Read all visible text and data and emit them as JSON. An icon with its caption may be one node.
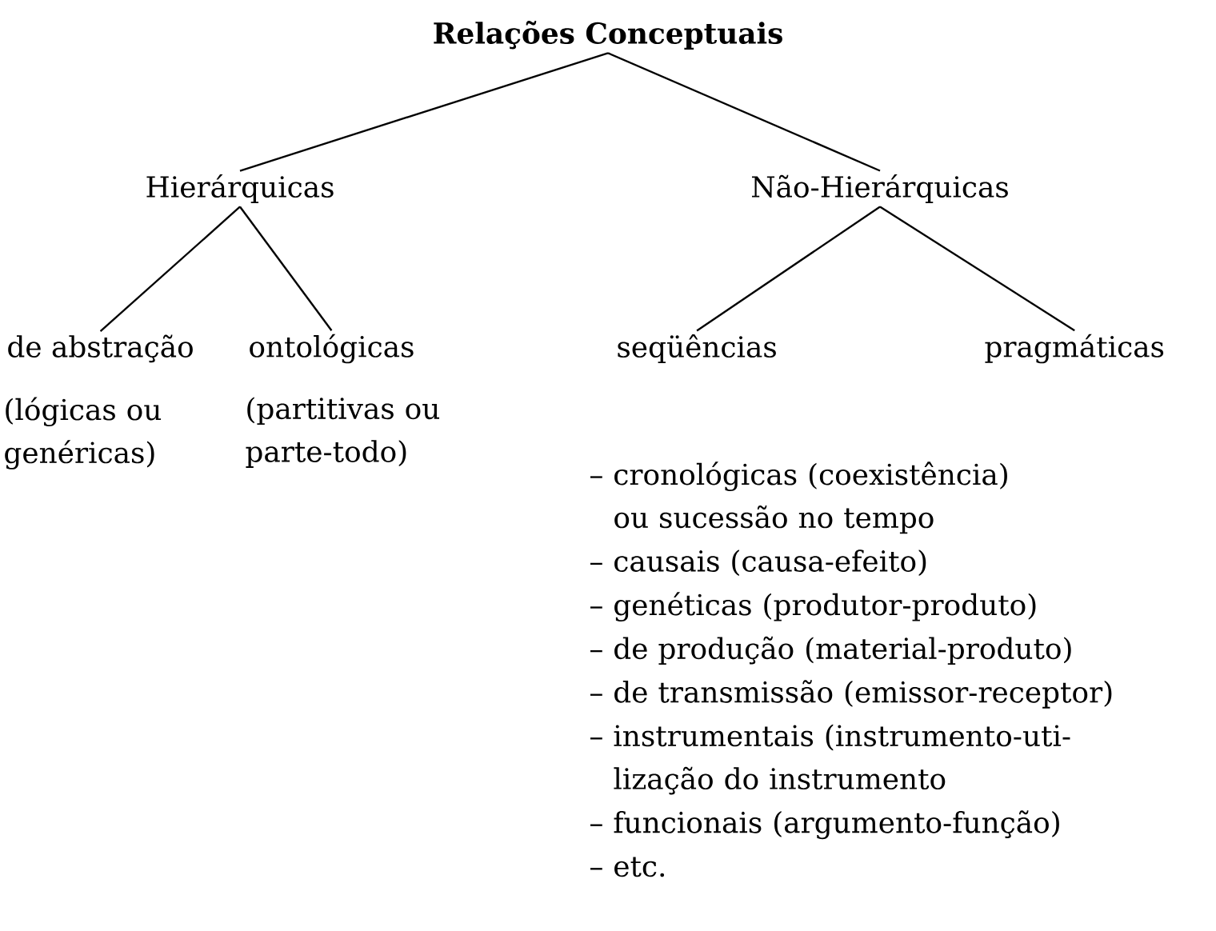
{
  "diagram": {
    "nodes": [
      {
        "text": [
          "Relações Conceptuais"
        ]
      },
      {
        "text": [
          "Hierárquicas"
        ]
      },
      {
        "text": [
          "Não-Hierárquicas"
        ]
      },
      {
        "text": [
          "de abstração"
        ],
        "beside": [
          "(lógicas ou genéricas)"
        ]
      },
      {
        "text": [
          "ontológicas"
        ],
        "beside": [
          "(partitivas ou parte-todo)"
        ]
      },
      {
        "text": [
          "seqüências"
        ]
      },
      {
        "text": [
          "pragmáticas"
        ]
      }
    ],
    "edges": [
      {
        "from": 0,
        "to": 1,
        "arrow": "none"
      },
      {
        "from": 0,
        "to": 2,
        "arrow": "none"
      },
      {
        "from": 1,
        "to": 3,
        "arrow": "none"
      },
      {
        "from": 1,
        "to": 4,
        "arrow": "none"
      },
      {
        "from": 2,
        "to": 5,
        "arrow": "none"
      },
      {
        "from": 2,
        "to": 6,
        "arrow": "none"
      }
    ],
    "labels": [
      "– cronológicas (coexistência) ou sucessão no tempo",
      "– causais (causa-efeito)",
      "– genéticas (produtor-produto)",
      "– de produção (material-produto)",
      "– de transmissão (emissor-receptor)",
      "– instrumentais (instrumento-uti- lização do instrumento",
      "– funcionais (argumento-função)",
      "– etc."
    ]
  }
}
